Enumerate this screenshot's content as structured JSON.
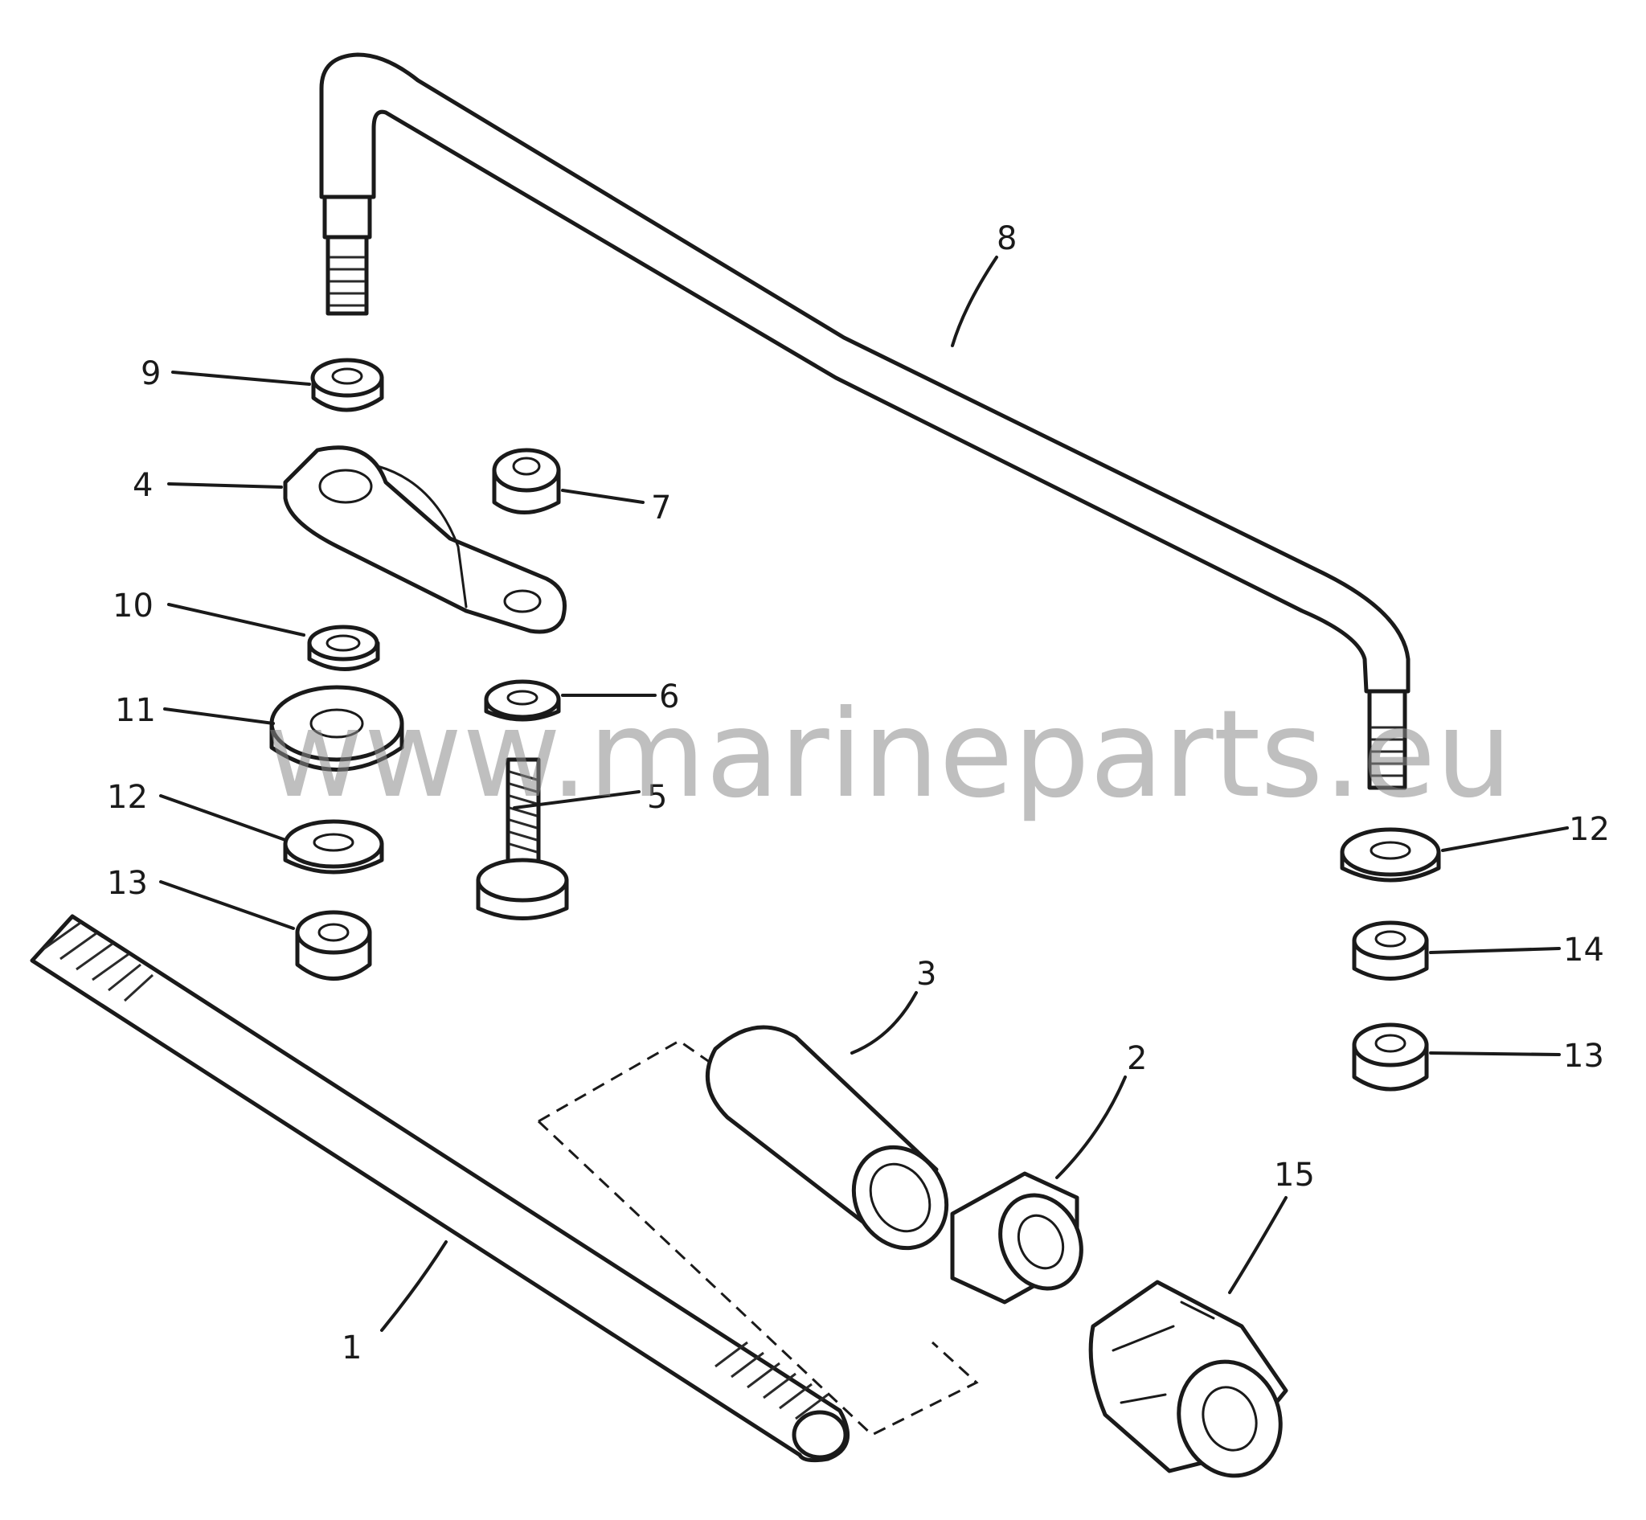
{
  "watermark": {
    "text": "www.marineparts.eu"
  },
  "callouts": [
    {
      "id": "1",
      "label": "1"
    },
    {
      "id": "2",
      "label": "2"
    },
    {
      "id": "3",
      "label": "3"
    },
    {
      "id": "4",
      "label": "4"
    },
    {
      "id": "5",
      "label": "5"
    },
    {
      "id": "6",
      "label": "6"
    },
    {
      "id": "7",
      "label": "7"
    },
    {
      "id": "8",
      "label": "8"
    },
    {
      "id": "9",
      "label": "9"
    },
    {
      "id": "10",
      "label": "10"
    },
    {
      "id": "11",
      "label": "11"
    },
    {
      "id": "12a",
      "label": "12"
    },
    {
      "id": "12b",
      "label": "12"
    },
    {
      "id": "13a",
      "label": "13"
    },
    {
      "id": "13b",
      "label": "13"
    },
    {
      "id": "14",
      "label": "14"
    },
    {
      "id": "15",
      "label": "15"
    }
  ]
}
